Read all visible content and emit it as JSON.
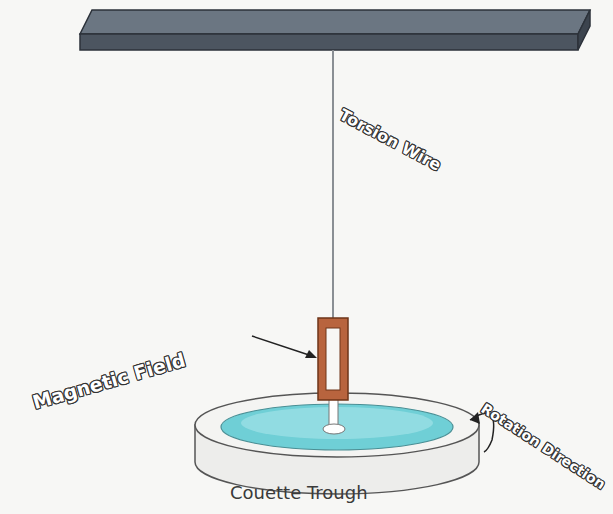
{
  "diagram": {
    "labels": [
      "Torsion Wire",
      "Magnetic Field",
      "Rotation Direction",
      "Couette Trough"
    ]
  }
}
